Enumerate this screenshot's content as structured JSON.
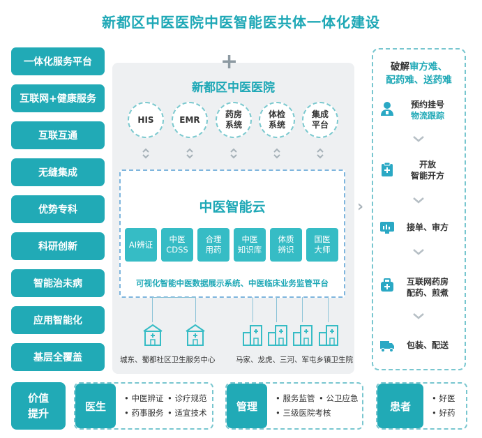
{
  "title": "新都区中医医院中医智能医共体一体化建设",
  "left_items": [
    "一体化服务平台",
    "互联网+健康服务",
    "互联互通",
    "无缝集成",
    "优势专科",
    "科研创新",
    "智能治未病",
    "应用智能化",
    "基层全覆盖"
  ],
  "plus": "+",
  "hospital": {
    "title": "新都区中医医院",
    "systems": [
      "HIS",
      "EMR",
      "药房\n系统",
      "体检\n系统",
      "集成\n平台"
    ]
  },
  "cloud": {
    "title": "中医智能云",
    "modules": [
      "AI辨证",
      "中医\nCDSS",
      "合理\n用药",
      "中医\n知识库",
      "体质\n辨识",
      "国医\n大师"
    ],
    "subtitle": "可视化智能中医数据展示系统、中医临床业务监管平台"
  },
  "communities": {
    "left_label": "城东、蜀都社区卫生服务中心",
    "right_label": "马家、龙虎、三河、军屯乡镇卫生院"
  },
  "arrow": "›",
  "right_panel": {
    "heading_prefix": "破解",
    "heading_teal_1": "审方难、",
    "heading_teal_2": "配药难、送药难",
    "steps": [
      {
        "icon": "doctor-icon",
        "line1": "预约挂号",
        "line2": "物流跟踪",
        "line2_teal": true
      },
      {
        "icon": "prescription-icon",
        "line1": "开放",
        "line2": "智能开方",
        "line2_teal": false
      },
      {
        "icon": "monitor-icon",
        "line1": "接单、审方",
        "line2": "",
        "line2_teal": false
      },
      {
        "icon": "medicine-box-icon",
        "line1": "互联网药房",
        "line2": "配药、煎煮",
        "line2_teal": false
      },
      {
        "icon": "delivery-truck-icon",
        "line1": "包装、配送",
        "line2": "",
        "line2_teal": false
      }
    ]
  },
  "bottom": {
    "value_label": "价值\n提升",
    "groups": [
      {
        "tag": "医生",
        "items": [
          "• 中医辨证",
          "• 诊疗规范",
          "• 药事服务",
          "• 适宜技术"
        ]
      },
      {
        "tag": "管理",
        "items": [
          "• 服务监管",
          "• 公卫应急",
          "• 三级医院考核"
        ]
      },
      {
        "tag": "患者",
        "items": [
          "• 好医",
          "• 好药"
        ]
      }
    ]
  },
  "colors": {
    "teal": "#21aab6",
    "title_teal": "#1ea8b6",
    "panel_gray": "#eef0f2",
    "dash": "#78c6cf"
  }
}
